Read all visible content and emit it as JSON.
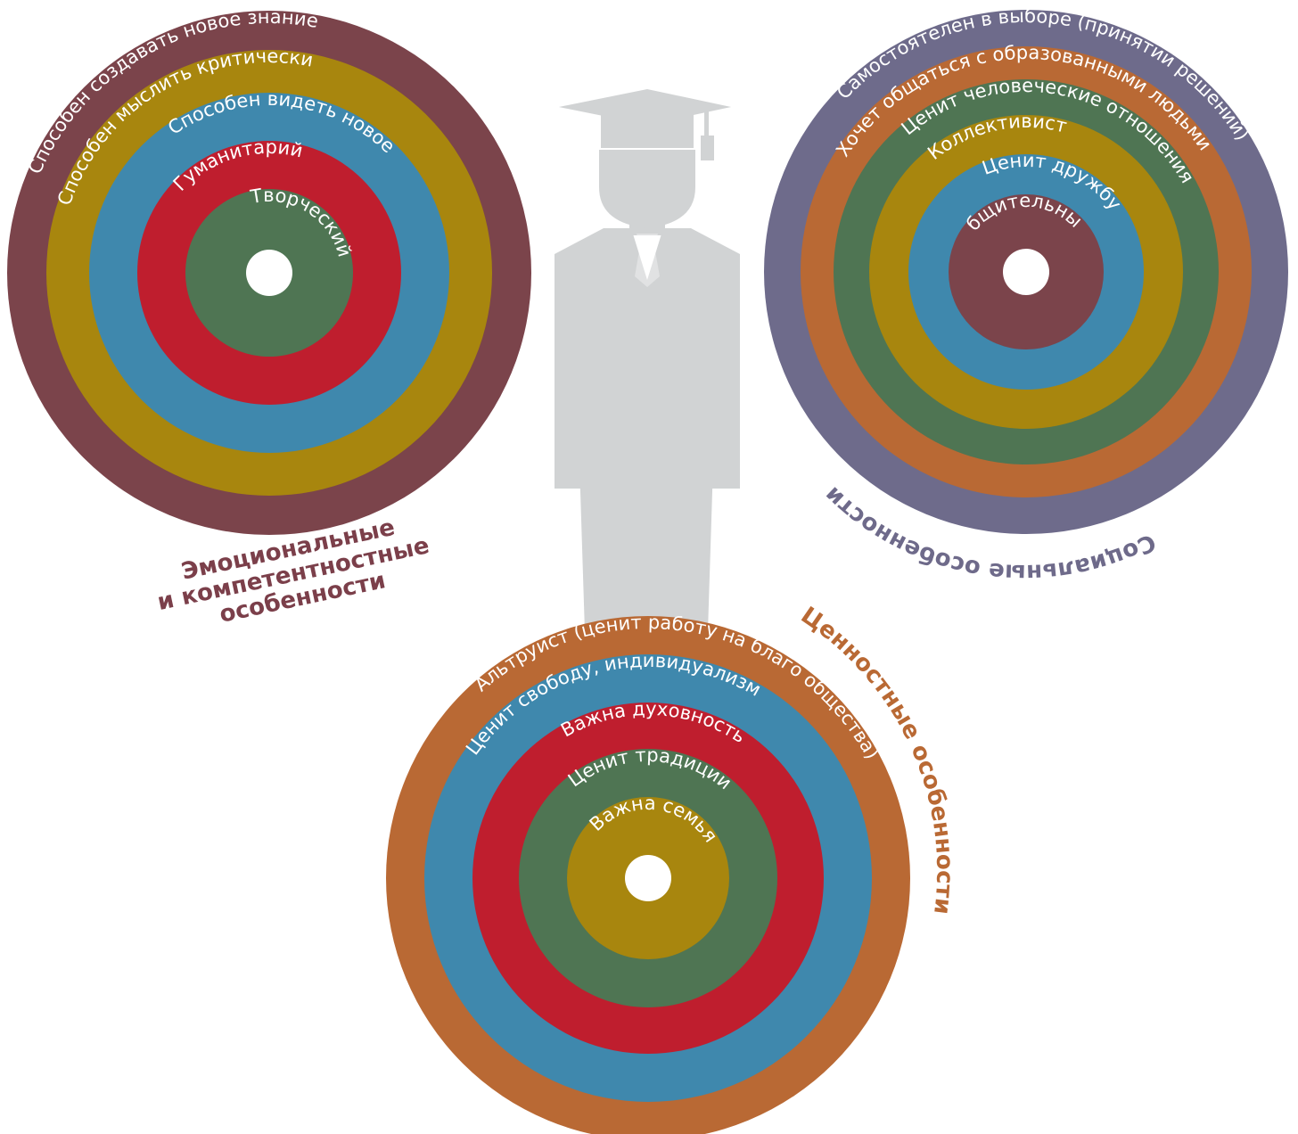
{
  "figure": {
    "color": "#d1d3d4"
  },
  "groups": [
    {
      "id": "emotional",
      "title_lines": [
        "Эмоциональные",
        "и компетентностные",
        "особенности"
      ],
      "title_color": "#7b3f4a",
      "rings": [
        {
          "label": "Способен создавать новое знание",
          "color": "#7b444b"
        },
        {
          "label": "Способен мыслить критически",
          "color": "#a8860e"
        },
        {
          "label": "Способен видеть новое",
          "color": "#3f88ad"
        },
        {
          "label": "Гуманитарий",
          "color": "#bf1e2e"
        },
        {
          "label": "Творческий",
          "color": "#4f7553"
        }
      ]
    },
    {
      "id": "social",
      "title_lines": [
        "Социальные особенности"
      ],
      "title_color": "#6e6a8a",
      "rings": [
        {
          "label": "Самостоятелен в выборе (принятии решений)",
          "color": "#6e6b8b"
        },
        {
          "label": "Хочет общаться с образованными людьми",
          "color": "#b96934"
        },
        {
          "label": "Ценит человеческие отношения",
          "color": "#4f7553"
        },
        {
          "label": "Коллективист",
          "color": "#a8860e"
        },
        {
          "label": "Ценит дружбу",
          "color": "#3f88ad"
        },
        {
          "label": "Общительный",
          "color": "#7b444b"
        }
      ]
    },
    {
      "id": "values",
      "title_lines": [
        "Ценностные особенности"
      ],
      "title_color": "#b96934",
      "rings": [
        {
          "label": "Альтруист (ценит работу на благо общества)",
          "color": "#b96934"
        },
        {
          "label": "Ценит свободу, индивидуализм",
          "color": "#3f88ad"
        },
        {
          "label": "Важна духовность",
          "color": "#bf1e2e"
        },
        {
          "label": "Ценит традиции",
          "color": "#4f7553"
        },
        {
          "label": "Важна семья",
          "color": "#a8860e"
        }
      ]
    }
  ]
}
